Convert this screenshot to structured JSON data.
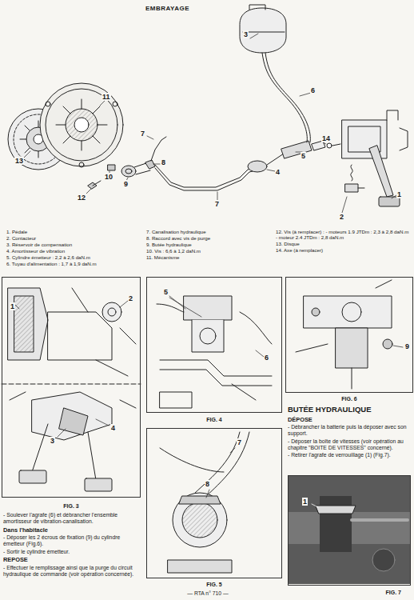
{
  "diagram": {
    "title": "EMBRAYAGE",
    "nodes": [
      {
        "text": [
          "FIG. 3"
        ]
      },
      {
        "text": [
          "FIG. 4"
        ]
      },
      {
        "text": [
          "FIG. 6"
        ]
      },
      {
        "text": [
          "FIG. 5"
        ]
      },
      {
        "text": [
          "FIG. 7"
        ]
      }
    ],
    "labels": [
      "3",
      "6",
      "11",
      "13",
      "7",
      "10",
      "8",
      "9",
      "12",
      "7",
      "4",
      "5",
      "14",
      "1",
      "2",
      "1. Pédale",
      "2. Contacteur",
      "3. Réservoir de compensation",
      "4. Amortisseur de vibration",
      "5. Cylindre émetteur : 2,2 à 2,6 daN.m",
      "6. Tuyau d'alimentation : 1,7 à 1,9 daN.m",
      "7. Canalisation hydraulique",
      "8. Raccord avec vis de purge",
      "9. Butée hydraulique",
      "10. Vis : 6,6 à 1,2 daN.m",
      "11. Mécanisme",
      "12. Vis (à remplacer) : - moteurs 1.9 JTDm : 2,3 à 2,8 daN.m - moteur 2.4 JTDm : 2,8 daN.m",
      "13. Disque",
      "14. Axe (à remplacer)",
      "1",
      "2",
      "3",
      "4",
      "5",
      "6",
      "7",
      "8",
      "9",
      "1",
      "- Soulever l'agrafe (6) et débrancher l'ensemble amortisseur de vibration-canalisation.",
      "Dans l'habitacle",
      "- Déposer les 2 écrous de fixation (9) du cylindre émetteur (Fig.6).",
      "- Sortir le cylindre émetteur.",
      "REPOSE",
      "- Effectuer le remplissage ainsi que la purge du circuit hydraulique de commande (voir opération concernée).",
      "BUTÉE HYDRAULIQUE",
      "DÉPOSE",
      "- Débrancher la batterie puis la déposer avec son support.",
      "- Déposer la boîte de vitesses (voir opération au chapitre \"BOITE DE VITESSES\" concerné).",
      "- Retirer l'agrafe de verrouillage (1) (Fig.7).",
      "— RTA n° 710 —"
    ]
  }
}
